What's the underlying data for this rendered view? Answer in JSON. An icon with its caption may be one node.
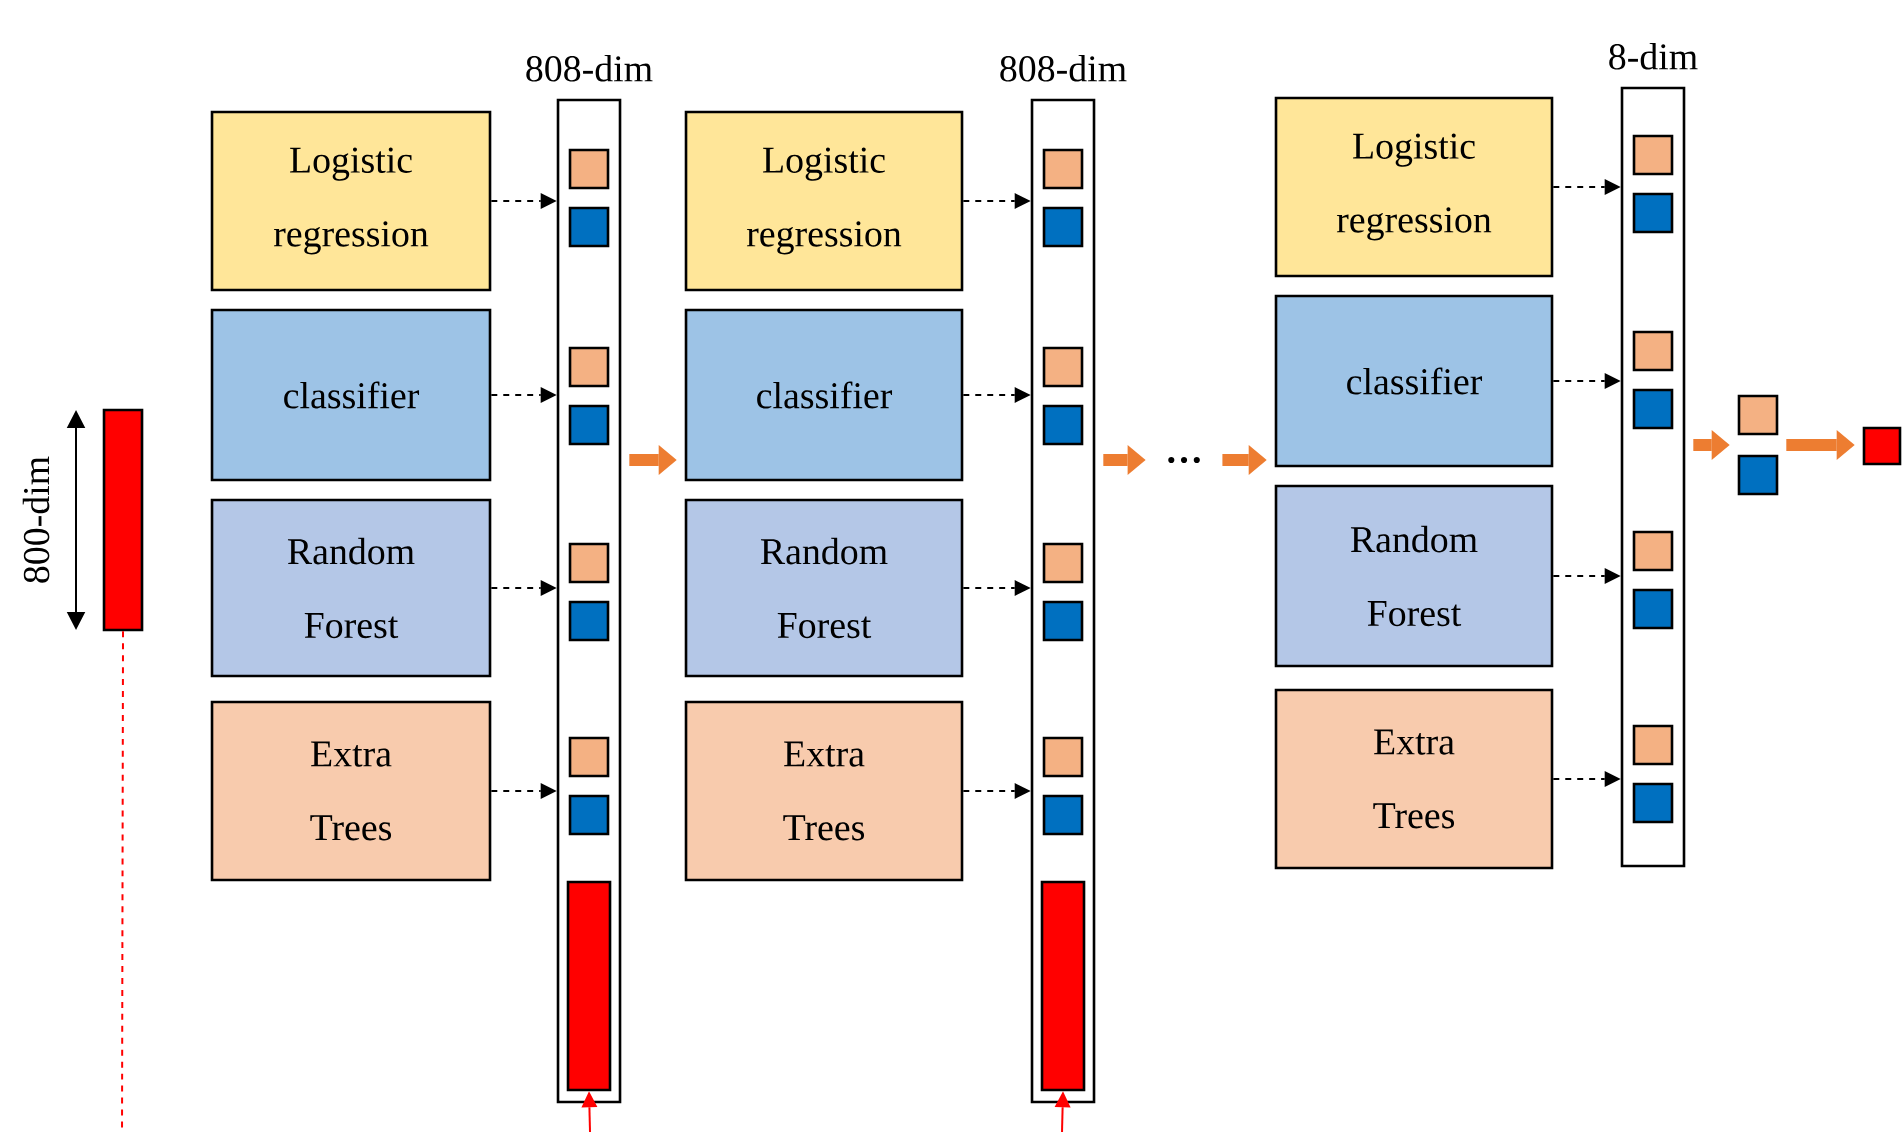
{
  "diagram": {
    "nodes": [
      {
        "text": [],
        "shape": "bar"
      },
      {
        "text": [
          "Logistic regression"
        ]
      },
      {
        "text": [
          "classifier"
        ]
      },
      {
        "text": [
          "Random Forest"
        ]
      },
      {
        "text": [
          "Extra Trees"
        ]
      },
      {
        "text": [
          "808-dim"
        ]
      },
      {
        "text": [],
        "shape": "bar",
        "in": 5
      },
      {
        "text": [
          "Logistic regression"
        ]
      },
      {
        "text": [
          "classifier"
        ]
      },
      {
        "text": [
          "Random Forest"
        ]
      },
      {
        "text": [
          "Extra Trees"
        ]
      },
      {
        "text": [
          "808-dim"
        ]
      },
      {
        "text": [],
        "shape": "bar",
        "in": 11
      },
      {
        "text": [
          "…"
        ]
      },
      {
        "text": [
          "Logistic regression"
        ]
      },
      {
        "text": [
          "classifier"
        ]
      },
      {
        "text": [
          "Random Forest"
        ]
      },
      {
        "text": [
          "Extra Trees"
        ]
      },
      {
        "text": [
          "8-dim"
        ]
      },
      {
        "text": [],
        "shape": "box"
      },
      {
        "text": [],
        "shape": "box"
      },
      {
        "text": [],
        "shape": "box"
      },
      {
        "text": [],
        "shape": "box",
        "in": 5
      },
      {
        "text": [],
        "shape": "box",
        "in": 5
      },
      {
        "text": [],
        "shape": "box",
        "in": 5
      },
      {
        "text": [],
        "shape": "box",
        "in": 5
      },
      {
        "text": [],
        "shape": "box",
        "in": 5
      },
      {
        "text": [],
        "shape": "box",
        "in": 5
      },
      {
        "text": [],
        "shape": "box",
        "in": 5
      },
      {
        "text": [],
        "shape": "box",
        "in": 5
      },
      {
        "text": [],
        "shape": "box",
        "in": 11
      },
      {
        "text": [],
        "shape": "box",
        "in": 11
      },
      {
        "text": [],
        "shape": "box",
        "in": 11
      },
      {
        "text": [],
        "shape": "box",
        "in": 11
      },
      {
        "text": [],
        "shape": "box",
        "in": 11
      },
      {
        "text": [],
        "shape": "box",
        "in": 11
      },
      {
        "text": [],
        "shape": "box",
        "in": 11
      },
      {
        "text": [],
        "shape": "box",
        "in": 11
      },
      {
        "text": [],
        "shape": "box",
        "in": 18
      },
      {
        "text": [],
        "shape": "box",
        "in": 18
      },
      {
        "text": [],
        "shape": "box",
        "in": 18
      },
      {
        "text": [],
        "shape": "box",
        "in": 18
      },
      {
        "text": [],
        "shape": "box",
        "in": 18
      },
      {
        "text": [],
        "shape": "box",
        "in": 18
      },
      {
        "text": [],
        "shape": "box",
        "in": 18
      },
      {
        "text": [],
        "shape": "box",
        "in": 18
      }
    ],
    "edges": [
      {
        "from": 1,
        "to": 5,
        "arrow": "to",
        "style": "dashed"
      },
      {
        "from": 2,
        "to": 5,
        "arrow": "to",
        "style": "dashed"
      },
      {
        "from": 3,
        "to": 5,
        "arrow": "to",
        "style": "dashed"
      },
      {
        "from": 4,
        "to": 5,
        "arrow": "to",
        "style": "dashed"
      },
      {
        "from": 5,
        "to": 8,
        "arrow": "to",
        "style": "thick",
        "color": "#ed7d31"
      },
      {
        "from": 7,
        "to": 11,
        "arrow": "to",
        "style": "dashed"
      },
      {
        "from": 8,
        "to": 11,
        "arrow": "to",
        "style": "dashed"
      },
      {
        "from": 9,
        "to": 11,
        "arrow": "to",
        "style": "dashed"
      },
      {
        "from": 10,
        "to": 11,
        "arrow": "to",
        "style": "dashed"
      },
      {
        "from": 11,
        "to": 13,
        "arrow": "to",
        "style": "thick",
        "color": "#ed7d31"
      },
      {
        "from": 13,
        "to": 15,
        "arrow": "to",
        "style": "thick",
        "color": "#ed7d31"
      },
      {
        "from": 14,
        "to": 18,
        "arrow": "to",
        "style": "dashed"
      },
      {
        "from": 15,
        "to": 18,
        "arrow": "to",
        "style": "dashed"
      },
      {
        "from": 16,
        "to": 18,
        "arrow": "to",
        "style": "dashed"
      },
      {
        "from": 17,
        "to": 18,
        "arrow": "to",
        "style": "dashed"
      },
      {
        "from": 18,
        "to": 19,
        "arrow": "to",
        "style": "thick",
        "color": "#ed7d31"
      },
      {
        "from": 18,
        "to": 20,
        "arrow": "to",
        "style": "thick",
        "color": "#ed7d31"
      },
      {
        "from": 19,
        "to": 21,
        "arrow": "to",
        "style": "thick",
        "color": "#ed7d31"
      },
      {
        "from": 20,
        "to": 21,
        "arrow": "to",
        "style": "thick",
        "color": "#ed7d31"
      },
      {
        "from": 0,
        "to": null,
        "arrow": "none",
        "style": "dashed",
        "color": "#ff0000"
      },
      {
        "from": null,
        "to": 6,
        "arrow": "to",
        "color": "#ff0000"
      },
      {
        "from": null,
        "to": 12,
        "arrow": "to",
        "color": "#ff0000"
      }
    ],
    "labels": [
      "800-dim"
    ]
  }
}
